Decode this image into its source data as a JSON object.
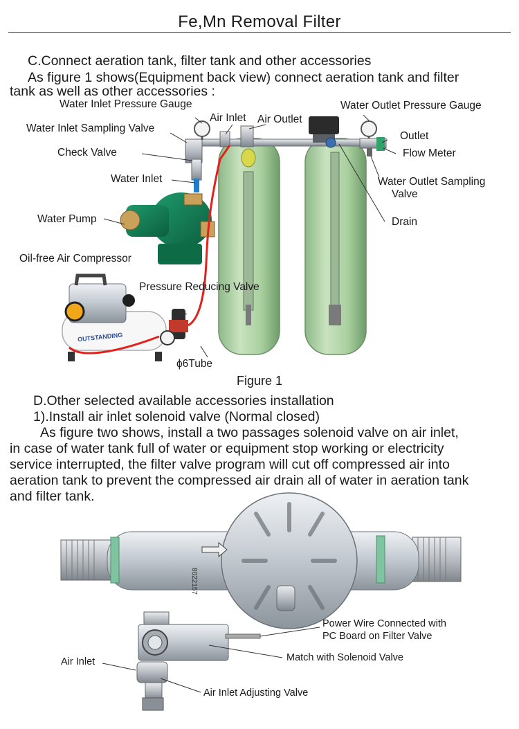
{
  "header": {
    "title": "Fe,Mn Removal Filter"
  },
  "section_c": {
    "heading": "C.Connect aeration tank, filter tank and other accessories",
    "line1": "As figure 1 shows(Equipment back view) connect aeration tank and filter",
    "line2": "tank as well as other accessories :"
  },
  "figure1": {
    "caption": "Figure 1",
    "labels": {
      "water_inlet_pressure_gauge": "Water Inlet Pressure Gauge",
      "water_outlet_pressure_gauge": "Water Outlet Pressure Gauge",
      "water_inlet_sampling_valve": "Water Inlet Sampling Valve",
      "air_inlet": "Air Inlet",
      "air_outlet": "Air Outlet",
      "outlet": "Outlet",
      "check_valve": "Check Valve",
      "flow_meter": "Flow Meter",
      "water_inlet": "Water Inlet",
      "water_outlet_sampling_valve_1": "Water Outlet Sampling",
      "water_outlet_sampling_valve_2": "Valve",
      "water_pump": "Water Pump",
      "drain": "Drain",
      "oil_free_air_compressor": "Oil-free Air Compressor",
      "pressure_reducing_valve": "Pressure Reducing Valve",
      "tube": "ϕ6Tube",
      "compressor_brand": "OUTSTANDING"
    }
  },
  "section_d": {
    "heading": "D.Other selected available accessories installation",
    "sub": "1).Install air inlet solenoid valve (Normal closed)",
    "p1": "As figure two shows, install a two passages solenoid valve on air inlet,",
    "p2": "in case of water tank full of water or equipment stop working or electricity",
    "p3": "service interrupted, the filter valve program will cut off compressed air into",
    "p4": "aeration tank to prevent the compressed air drain all of water in aeration tank",
    "p5": "and filter tank."
  },
  "figure2": {
    "labels": {
      "power_wire_1": "Power Wire Connected with",
      "power_wire_2": "PC Board on Filter Valve",
      "match_solenoid": "Match with Solenoid Valve",
      "air_inlet": "Air Inlet",
      "air_inlet_adjusting_valve": "Air Inlet Adjusting Valve",
      "part_number": "8022157"
    }
  }
}
